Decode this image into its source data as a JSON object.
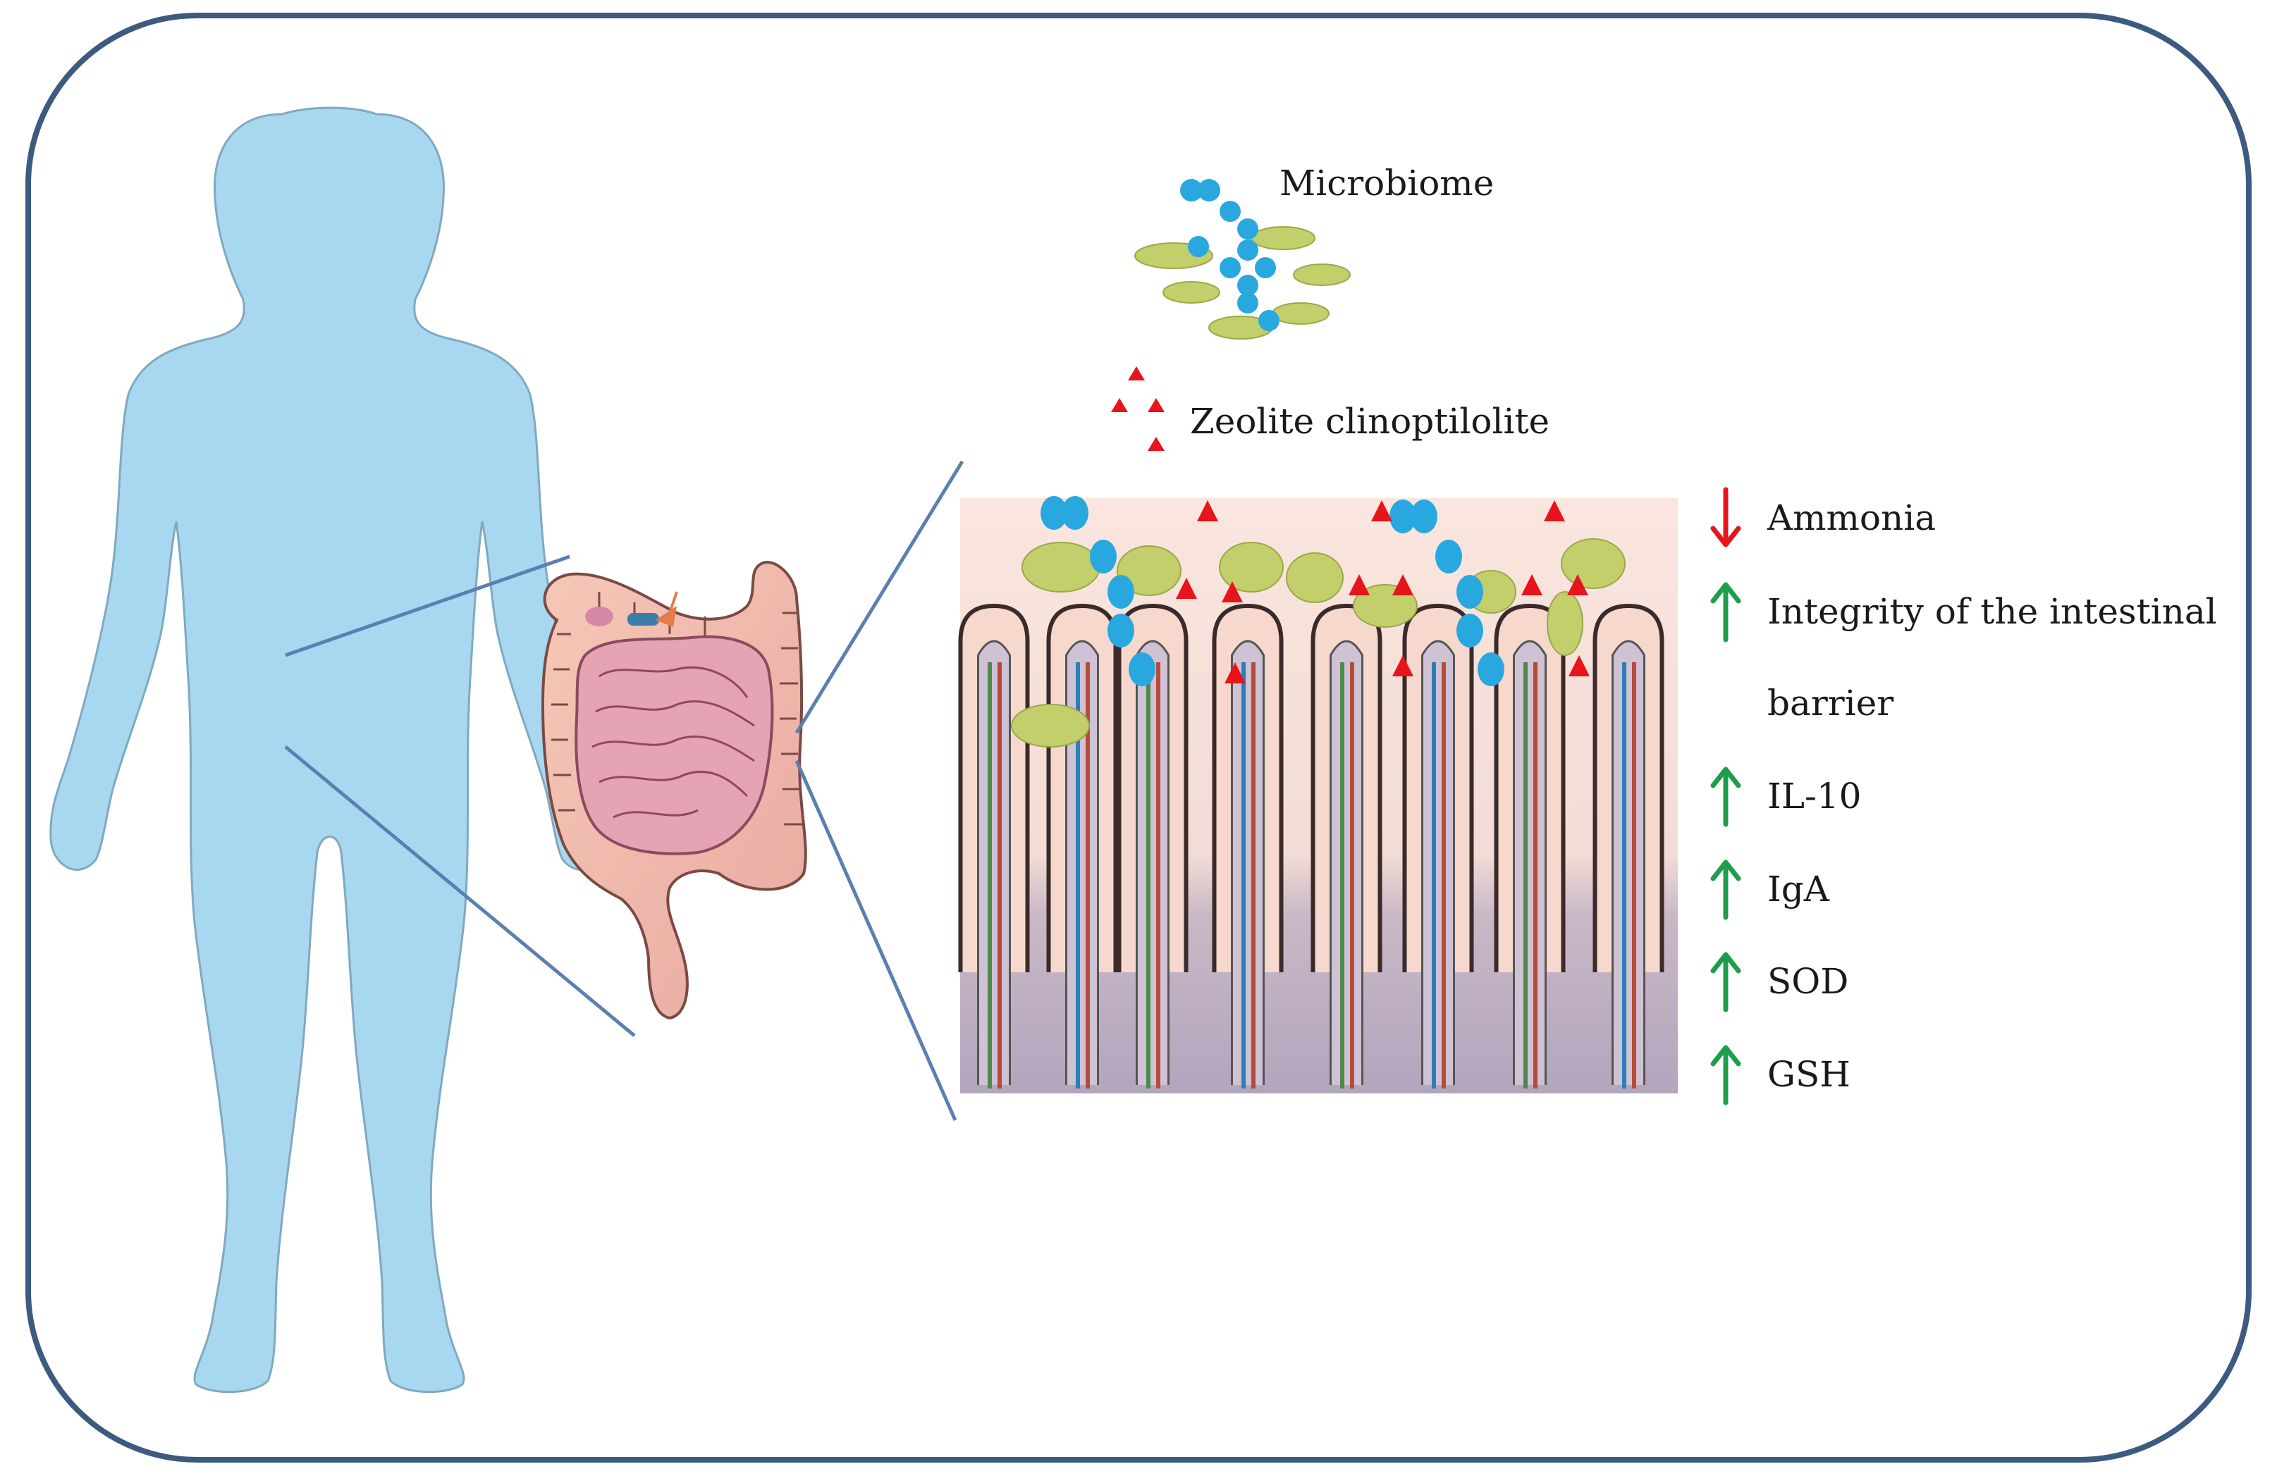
{
  "labels": {
    "microbiome": "Microbiome",
    "zeolite": "Zeolite clinoptilolite"
  },
  "effects": [
    {
      "text": "Ammonia",
      "direction": "down"
    },
    {
      "text": "Integrity of the intestinal",
      "direction": "up"
    },
    {
      "text": "barrier",
      "direction": "none"
    },
    {
      "text": "IL-10",
      "direction": "up"
    },
    {
      "text": "IgA",
      "direction": "up"
    },
    {
      "text": "SOD",
      "direction": "up"
    },
    {
      "text": "GSH",
      "direction": "up"
    }
  ],
  "colors": {
    "frame": "#3d5a80",
    "body": "#a8d8f0",
    "bacteria_blue": "#29a8e0",
    "bacteria_green": "#c2cf6a",
    "zeolite_red": "#e8141c",
    "arrow_up": "#1e9e4a",
    "arrow_down": "#e8141c",
    "mucosa_top": "#f8e4dc",
    "mucosa_base": "#b7aac0"
  }
}
